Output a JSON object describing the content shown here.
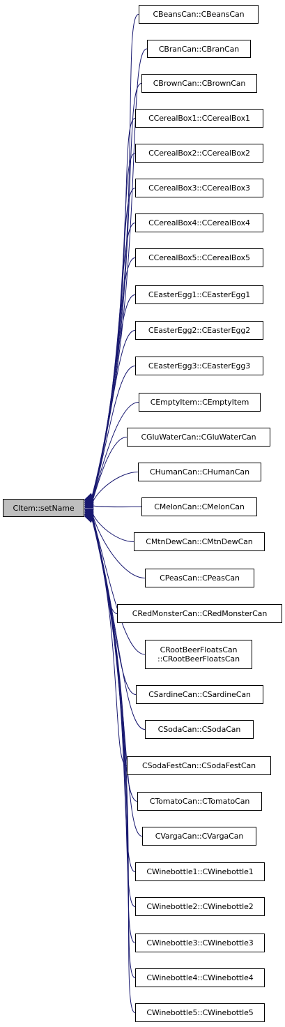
{
  "diagram": {
    "edge_color": "#191970",
    "target": {
      "label": "CItem::setName"
    },
    "callers": [
      "CBeansCan::CBeansCan",
      "CBranCan::CBranCan",
      "CBrownCan::CBrownCan",
      "CCerealBox1::CCerealBox1",
      "CCerealBox2::CCerealBox2",
      "CCerealBox3::CCerealBox3",
      "CCerealBox4::CCerealBox4",
      "CCerealBox5::CCerealBox5",
      "CEasterEgg1::CEasterEgg1",
      "CEasterEgg2::CEasterEgg2",
      "CEasterEgg3::CEasterEgg3",
      "CEmptyItem::CEmptyItem",
      "CGluWaterCan::CGluWaterCan",
      "CHumanCan::CHumanCan",
      "CMelonCan::CMelonCan",
      "CMtnDewCan::CMtnDewCan",
      "CPeasCan::CPeasCan",
      "CRedMonsterCan::CRedMonsterCan",
      "CRootBeerFloatsCan\n::CRootBeerFloatsCan",
      "CSardineCan::CSardineCan",
      "CSodaCan::CSodaCan",
      "CSodaFestCan::CSodaFestCan",
      "CTomatoCan::CTomatoCan",
      "CVargaCan::CVargaCan",
      "CWinebottle1::CWinebottle1",
      "CWinebottle2::CWinebottle2",
      "CWinebottle3::CWinebottle3",
      "CWinebottle4::CWinebottle4",
      "CWinebottle5::CWinebottle5"
    ]
  }
}
